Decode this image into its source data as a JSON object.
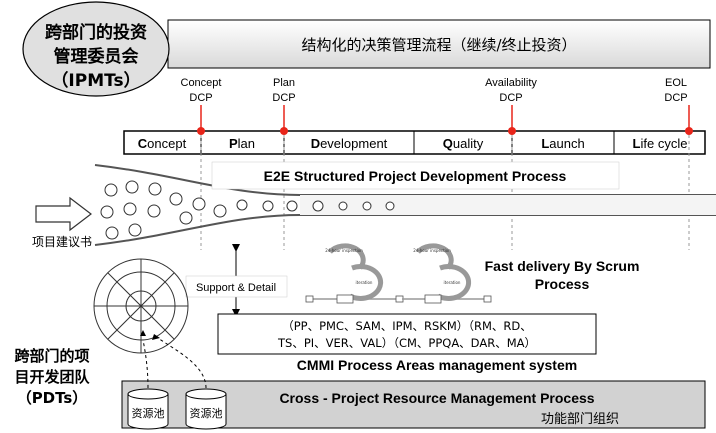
{
  "ipmt": {
    "line1": "跨部门的投资",
    "line2": "管理委员会",
    "line3": "（IPMTs）"
  },
  "decision_flow": "结构化的决策管理流程（继续/终止投资）",
  "dcps": [
    {
      "line1": "Concept",
      "line2": "DCP"
    },
    {
      "line1": "Plan",
      "line2": "DCP"
    },
    {
      "line1": "Availability",
      "line2": "DCP"
    },
    {
      "line1": "EOL",
      "line2": "DCP"
    }
  ],
  "phases": [
    {
      "initial": "C",
      "rest": "oncept"
    },
    {
      "initial": "P",
      "rest": "lan"
    },
    {
      "initial": "D",
      "rest": "evelopment"
    },
    {
      "initial": "Q",
      "rest": "uality"
    },
    {
      "initial": "L",
      "rest": "aunch"
    },
    {
      "initial": "L",
      "rest": "ife cycle"
    }
  ],
  "e2e_title": "E2E Structured Project Development Process",
  "proposal_label": "项目建议书",
  "support_label": "Support & Detail",
  "scrum": {
    "line1": "Fast delivery By Scrum",
    "line2": "Process",
    "cycle_top_label": "24-hour inspection",
    "cycle_mid_label": "iteration"
  },
  "cmmi": {
    "line1": "（PP、PMC、SAM、IPM、RSKM）（RM、RD、",
    "line2": "TS、PI、VER、VAL）（CM、PPQA、DAR、MA）",
    "title": "CMMI Process Areas management system"
  },
  "pdt": {
    "line1": "跨部门的项",
    "line2": "目开发团队",
    "line3": "（PDTs）"
  },
  "resource": {
    "title": "Cross - Project Resource Management Process",
    "dept": "功能部门组织",
    "pool1": "资源池",
    "pool2": "资源池"
  },
  "colors": {
    "dcp_marker": "#e8251a",
    "ipmt_fill": "#e0e0e0",
    "resource_fill": "#d2d2d2",
    "scrum_gray": "#999999"
  }
}
